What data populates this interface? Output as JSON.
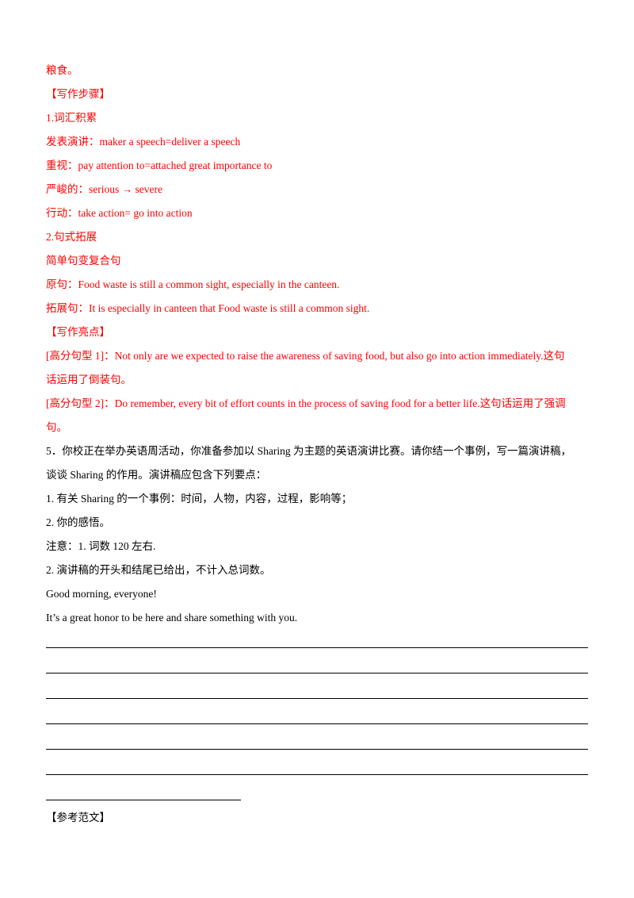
{
  "analysis": {
    "cont_line": "粮食。",
    "steps_heading": "【写作步骤】",
    "vocab_heading": "1.词汇积累",
    "vocab": [
      "发表演讲：maker a speech=deliver a speech",
      "重视：pay attention to=attached great importance to",
      "严峻的：serious → severe",
      "行动：take action= go into action"
    ],
    "sentence_heading": "2.句式拓展",
    "sentence_sub": "简单句变复合句",
    "original": "原句：Food waste is still a common sight, especially in the canteen.",
    "expanded": "拓展句：It is especially in canteen that Food waste is still a common sight.",
    "highlights_heading": "【写作亮点】",
    "highlight1_line1": "[高分句型 1]：Not only are we expected to raise the awareness of saving food, but also go into action immediately.这句",
    "highlight1_line2": "话运用了倒装句。",
    "highlight2_line1": "[高分句型 2]：Do remember, every bit of effort counts in the process of saving food for a better life.这句话运用了强调",
    "highlight2_line2": "句。"
  },
  "task": {
    "prompt_line1": "5．你校正在举办英语周活动，你准备参加以 Sharing 为主题的英语演讲比赛。请你结一个事例，写一篇演讲稿，",
    "prompt_line2": "谈谈 Sharing 的作用。演讲稿应包含下列要点：",
    "point1": "1. 有关 Sharing 的一个事例：时间，人物，内容，过程，影响等；",
    "point2": "2. 你的感悟。",
    "note1": "注意：1. 词数 120 左右.",
    "note2": "2. 演讲稿的开头和结尾已给出，不计入总词数。",
    "opening1": "Good morning, everyone!",
    "opening2": "It’s a great honor to be here and share something with you."
  },
  "reference_heading": "【参考范文】",
  "colors": {
    "accent_red": "#ff0000",
    "text_black": "#000000"
  }
}
